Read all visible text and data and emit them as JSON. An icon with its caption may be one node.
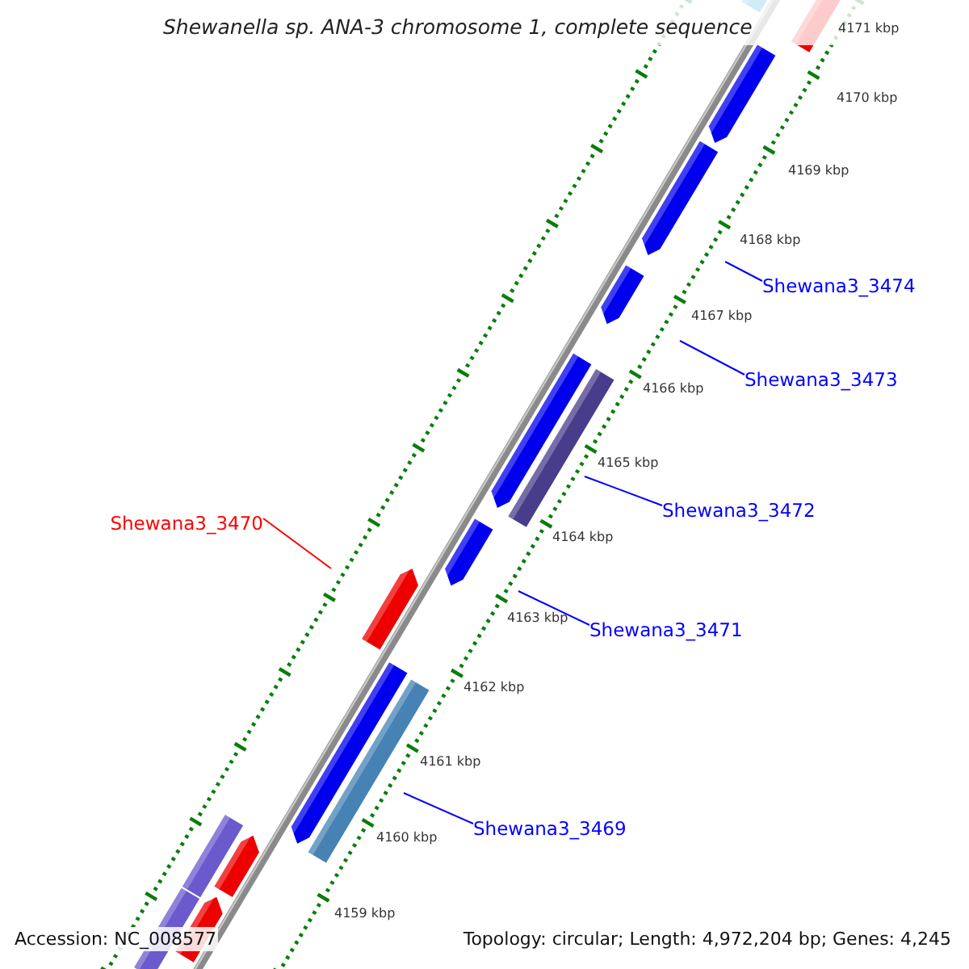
{
  "diagram": {
    "title": "Shewanella sp. ANA-3 chromosome 1, complete sequence",
    "nodes": [
      {
        "text": [
          "Shewana3_3474"
        ]
      },
      {
        "text": [
          "Shewana3_3473"
        ]
      },
      {
        "text": [
          "Shewana3_3472"
        ]
      },
      {
        "text": [
          "Shewana3_3470"
        ]
      },
      {
        "text": [
          "Shewana3_3471"
        ]
      },
      {
        "text": [
          "Shewana3_3469"
        ]
      }
    ],
    "edges": [
      {
        "from": 0,
        "to": null,
        "arrow": "none"
      },
      {
        "from": 1,
        "to": null,
        "arrow": "none"
      },
      {
        "from": 2,
        "to": null,
        "arrow": "none"
      },
      {
        "from": 3,
        "to": null,
        "arrow": "none",
        "color": "#ff0000"
      },
      {
        "from": 4,
        "to": null,
        "arrow": "none"
      },
      {
        "from": 5,
        "to": null,
        "arrow": "none"
      }
    ],
    "labels": [
      "4171 kbp",
      "4170 kbp",
      "4169 kbp",
      "4168 kbp",
      "4167 kbp",
      "4166 kbp",
      "4165 kbp",
      "4164 kbp",
      "4163 kbp",
      "4162 kbp",
      "4161 kbp",
      "4160 kbp",
      "4159 kbp",
      "Accession: NC_008577",
      "Topology: circular; Length: 4,972,204 bp; Genes: 4,245"
    ]
  }
}
